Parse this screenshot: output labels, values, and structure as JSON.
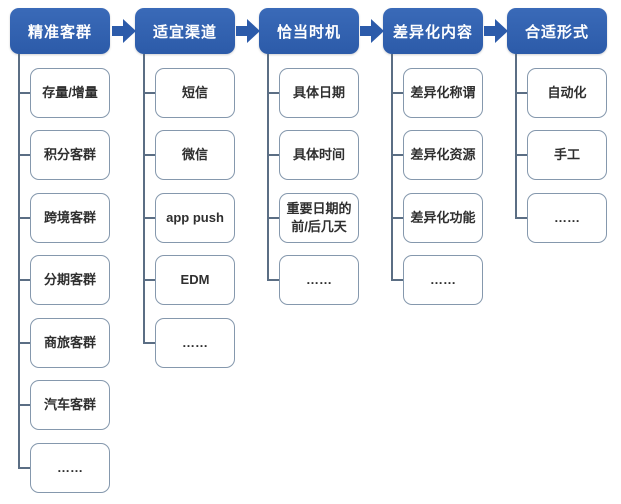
{
  "colors": {
    "stage_header_bg": "#2e5fae",
    "stage_header_text": "#ffffff",
    "arrow": "#2c5baa",
    "node_border": "#8598ad",
    "node_text": "#2f2f2f",
    "connector_line": "#5b6e84",
    "background": "#ffffff"
  },
  "columns": [
    {
      "header": "精准客群",
      "children": [
        "存量/增量",
        "积分客群",
        "跨境客群",
        "分期客群",
        "商旅客群",
        "汽车客群",
        "……"
      ]
    },
    {
      "header": "适宜渠道",
      "children": [
        "短信",
        "微信",
        "app push",
        "EDM",
        "……"
      ]
    },
    {
      "header": "恰当时机",
      "children": [
        "具体日期",
        "具体时间",
        "重要日期的前/后几天",
        "……"
      ]
    },
    {
      "header": "差异化内容",
      "children": [
        "差异化称谓",
        "差异化资源",
        "差异化功能",
        "……"
      ]
    },
    {
      "header": "合适形式",
      "children": [
        "自动化",
        "手工",
        "……"
      ]
    }
  ]
}
